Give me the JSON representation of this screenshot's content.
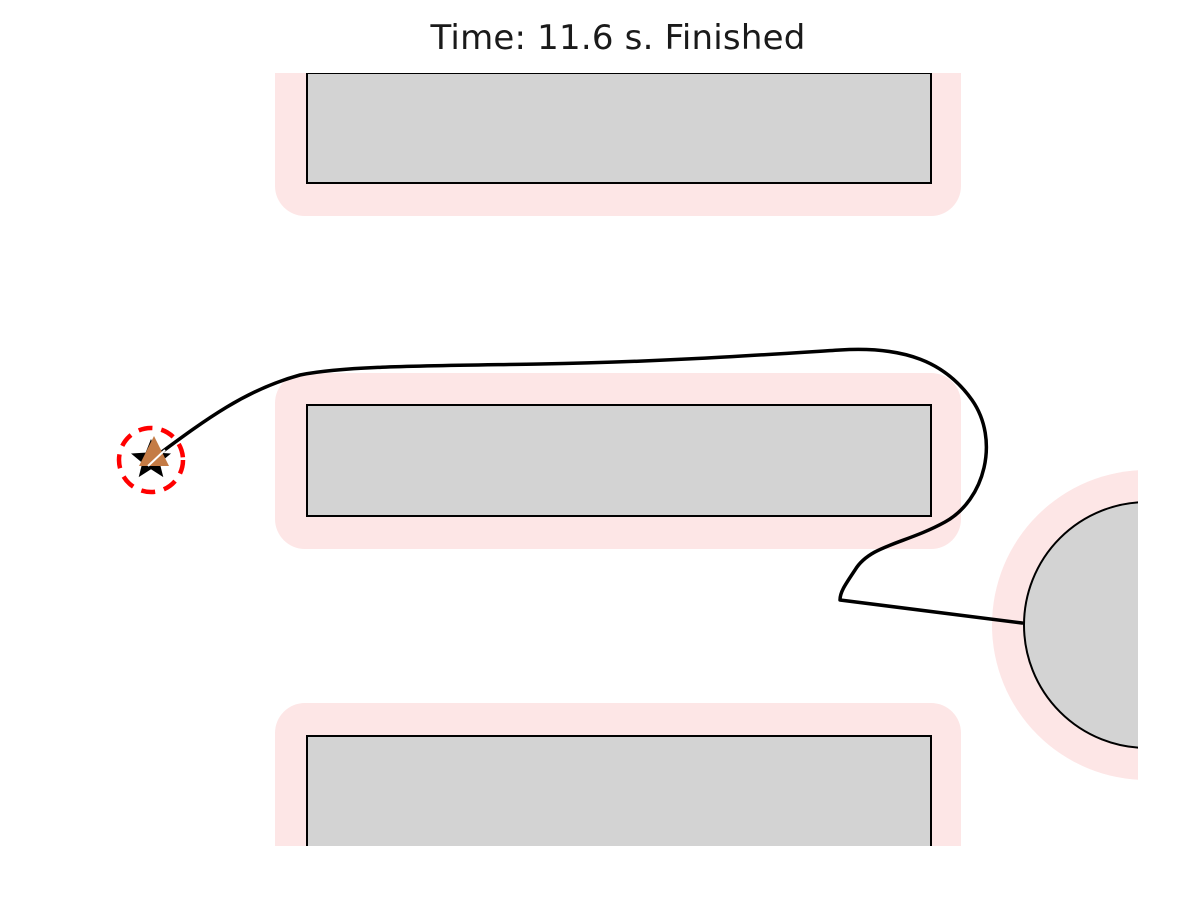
{
  "title": "Time: 11.6 s. Finished",
  "colors": {
    "inflation_zone": "#fde6e6",
    "obstacle_fill": "#d3d3d3",
    "obstacle_stroke": "#000000",
    "path": "#000000",
    "goal_circle": "#ff0000",
    "robot": "#c47b45",
    "goal_marker": "#000000"
  },
  "scene": {
    "obstacles": [
      {
        "kind": "rectangle",
        "name": "top-rectangle"
      },
      {
        "kind": "rectangle",
        "name": "middle-rectangle"
      },
      {
        "kind": "rectangle",
        "name": "bottom-rectangle"
      },
      {
        "kind": "circle",
        "name": "right-circle"
      }
    ],
    "markers": {
      "goal": "star-icon",
      "goal_region": "dashed-circle",
      "robot": "triangle-icon"
    },
    "status": "Finished",
    "elapsed_time_s": 11.6
  }
}
